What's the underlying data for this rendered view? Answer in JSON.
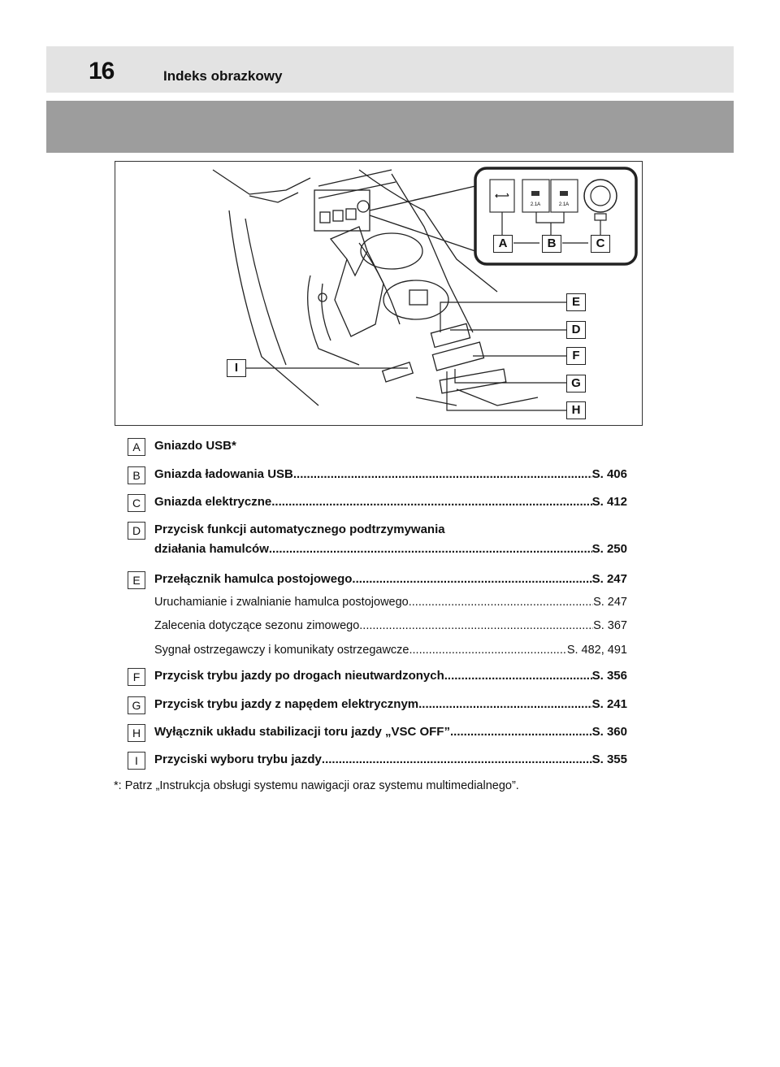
{
  "header": {
    "page_number": "16",
    "title": "Indeks obrazkowy"
  },
  "figure": {
    "callouts": [
      "A",
      "B",
      "C",
      "D",
      "E",
      "F",
      "G",
      "H",
      "I"
    ],
    "port_labels": [
      "2.1A",
      "2.1A"
    ]
  },
  "items": [
    {
      "key": "A",
      "text": "Gniazdo USB*",
      "page": ""
    },
    {
      "key": "B",
      "text": "Gniazda ładowania USB",
      "page": "S. 406"
    },
    {
      "key": "C",
      "text": "Gniazda elektryczne",
      "page": "S. 412"
    },
    {
      "key": "D",
      "text": "Przycisk funkcji automatycznego podtrzymywania",
      "text2": "działania hamulców",
      "page": "S. 250"
    },
    {
      "key": "E",
      "text": "Przełącznik hamulca postojowego",
      "page": "S. 247",
      "sub": [
        {
          "text": "Uruchamianie i zwalnianie hamulca postojowego",
          "page": "S. 247"
        },
        {
          "text": "Zalecenia dotyczące sezonu zimowego",
          "page": "S. 367"
        },
        {
          "text": "Sygnał ostrzegawczy i komunikaty ostrzegawcze",
          "page": "S. 482, 491"
        }
      ]
    },
    {
      "key": "F",
      "text": "Przycisk trybu jazdy po drogach nieutwardzonych",
      "page": "S. 356"
    },
    {
      "key": "G",
      "text": "Przycisk trybu jazdy z napędem elektrycznym",
      "page": "S. 241"
    },
    {
      "key": "H",
      "text": "Wyłącznik układu stabilizacji toru jazdy „VSC OFF”",
      "page": "S. 360"
    },
    {
      "key": "I",
      "text": "Przyciski wyboru trybu jazdy",
      "page": "S. 355"
    }
  ],
  "footnote": "*: Patrz „Instrukcja obsługi systemu nawigacji oraz systemu multimedialnego”."
}
